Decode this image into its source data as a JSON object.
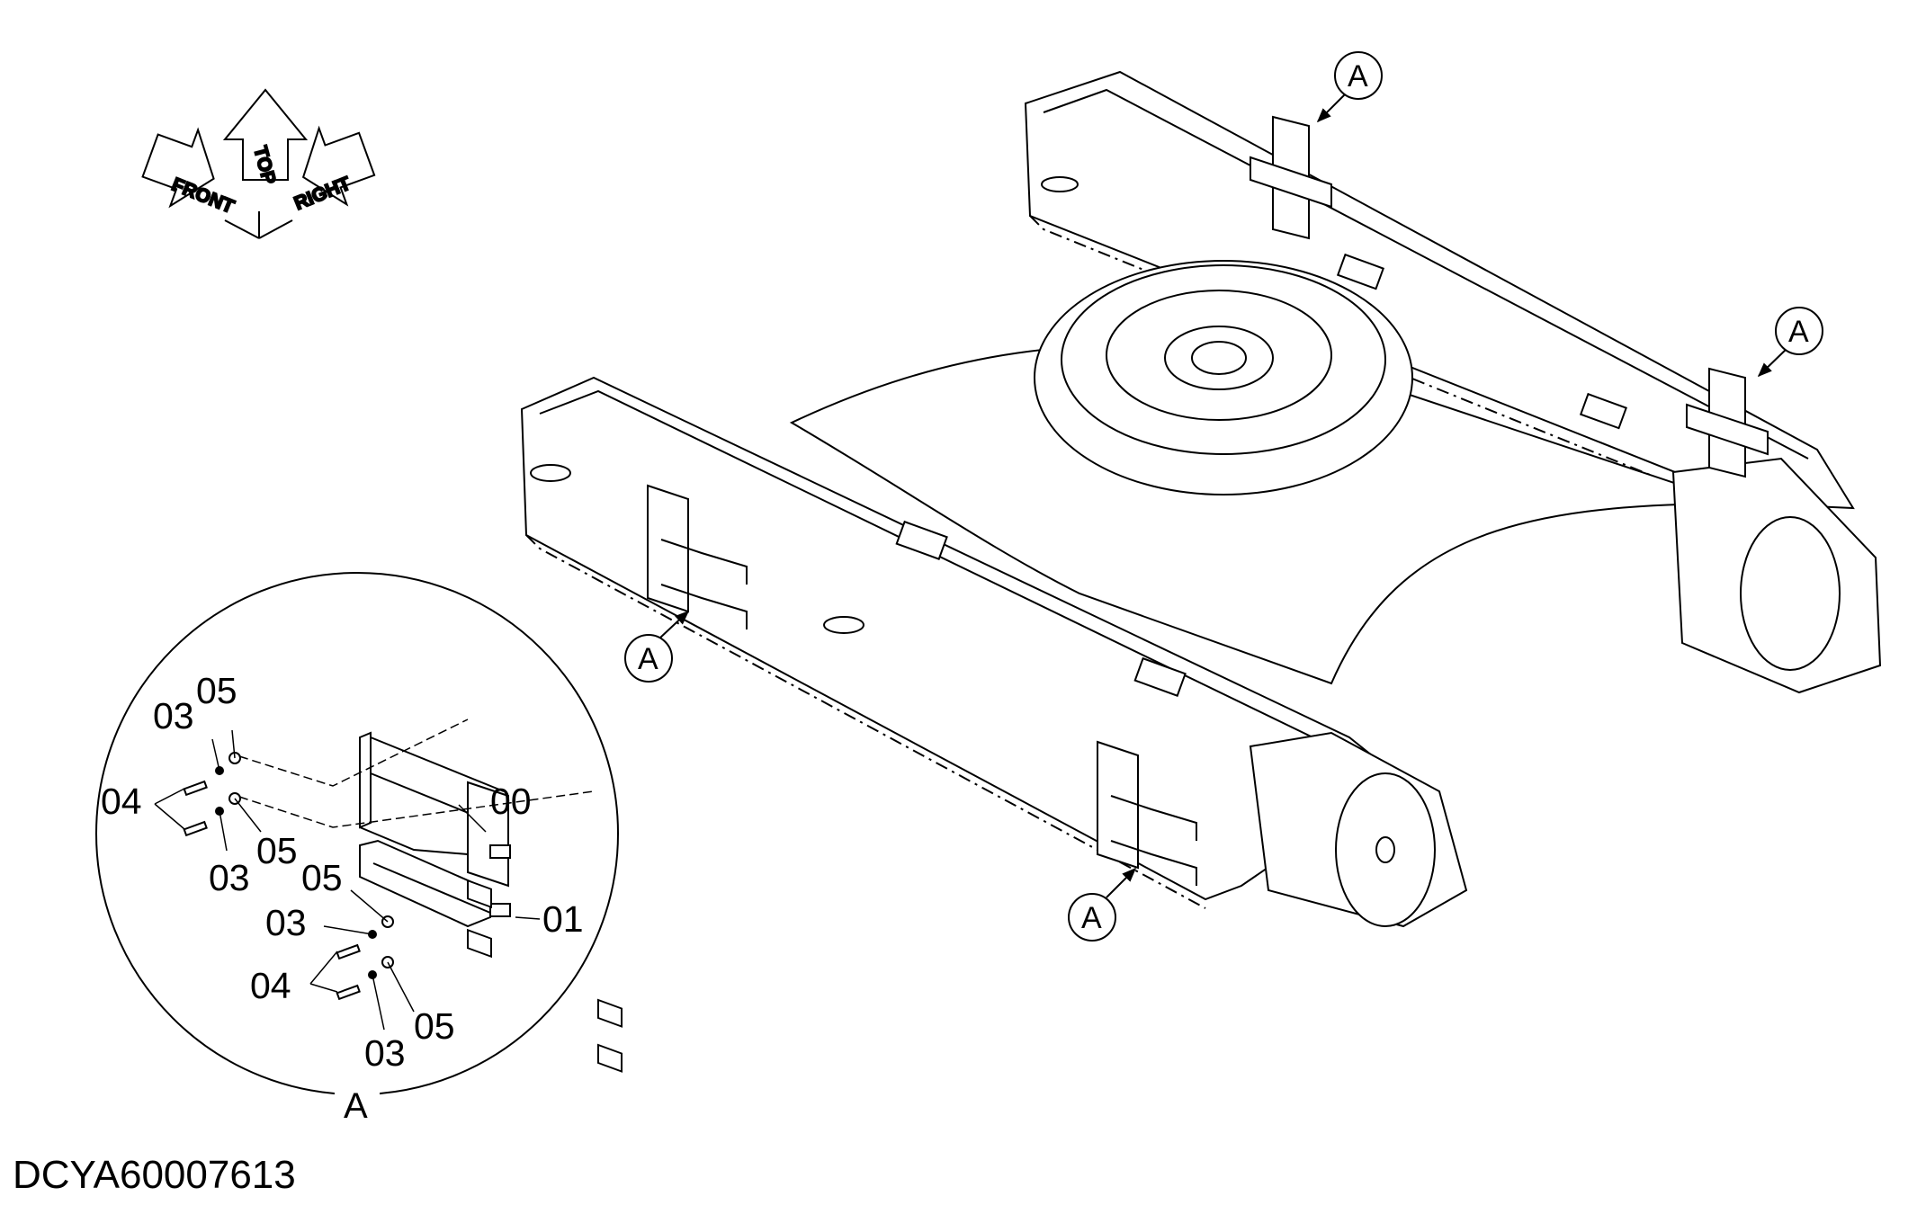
{
  "orientation": {
    "front": "FRONT",
    "top": "TOP",
    "right": "RIGHT"
  },
  "callouts": {
    "a1": "A",
    "a2": "A",
    "a3": "A",
    "a4": "A"
  },
  "detail_view": {
    "label": "A",
    "parts": {
      "p00": "00",
      "p01": "01",
      "p03_a": "03",
      "p03_b": "03",
      "p03_c": "03",
      "p03_d": "03",
      "p04_a": "04",
      "p04_b": "04",
      "p05_a": "05",
      "p05_b": "05",
      "p05_c": "05",
      "p05_d": "05"
    }
  },
  "reference_code": "DCYA60007613"
}
